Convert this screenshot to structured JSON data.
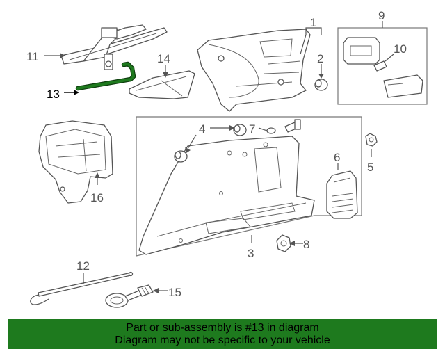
{
  "callouts": {
    "c1": "1",
    "c2": "2",
    "c3": "3",
    "c4": "4",
    "c5": "5",
    "c6": "6",
    "c7": "7",
    "c8": "8",
    "c9": "9",
    "c10": "10",
    "c11": "11",
    "c12": "12",
    "c13": "13",
    "c14": "14",
    "c15": "15",
    "c16": "16"
  },
  "highlight": {
    "part_number": "13",
    "color": "#1e7a1e"
  },
  "banner": {
    "line1": "Part or sub-assembly is #13 in diagram",
    "line2": "Diagram may not be specific to your vehicle",
    "background": "#1e7a1e"
  }
}
